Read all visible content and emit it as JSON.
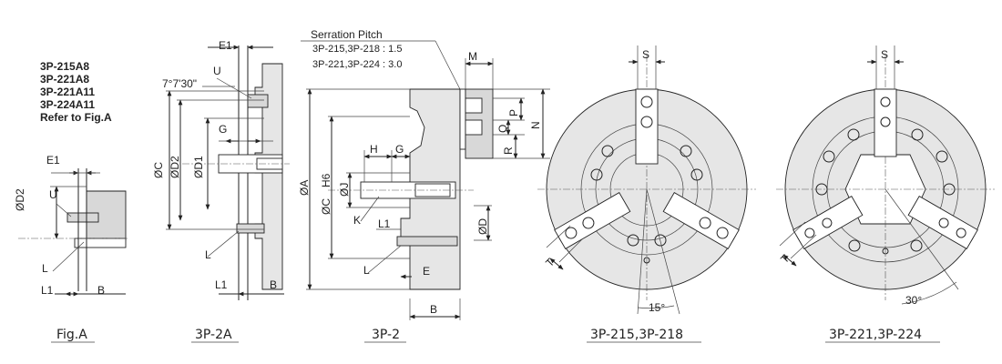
{
  "fig_a": {
    "models": [
      "3P-215A8",
      "3P-221A8",
      "3P-221A11",
      "3P-224A11"
    ],
    "refer": "Refer to Fig.A",
    "labels": {
      "e1": "E1",
      "u": "U",
      "d2": "ØD2",
      "l": "L",
      "l1": "L1",
      "b": "B"
    },
    "caption": "Fig.A"
  },
  "view_2a": {
    "labels": {
      "e1": "E1",
      "u": "U",
      "angle": "7°7'30\"",
      "g": "G",
      "c": "ØC",
      "d2": "ØD2",
      "d1": "ØD1",
      "l": "L",
      "l1": "L1",
      "b": "B"
    },
    "caption": "3P-2A"
  },
  "view_2": {
    "serration": {
      "title": "Serration Pitch",
      "line1": "3P-215,3P-218 : 1.5",
      "line2": "3P-221,3P-224 : 3.0"
    },
    "labels": {
      "m": "M",
      "p": "P",
      "q": "Q",
      "r": "R",
      "n": "N",
      "h": "H",
      "g": "G",
      "a": "ØA",
      "c": "ØC",
      "h6": "H6",
      "j": "ØJ",
      "k": "K",
      "l1": "L1",
      "d": "ØD",
      "l": "L",
      "e": "E",
      "b": "B"
    },
    "caption": "3P-2"
  },
  "front_small": {
    "labels": {
      "s": "S",
      "t": "T",
      "angle": "15°"
    },
    "caption": "3P-215,3P-218"
  },
  "front_large": {
    "labels": {
      "s": "S",
      "t": "T",
      "angle": "30°"
    },
    "caption": "3P-221,3P-224"
  }
}
